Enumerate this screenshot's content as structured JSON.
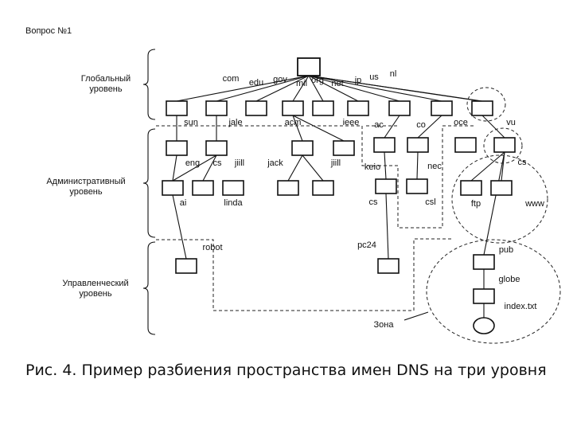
{
  "header": {
    "text": "Вопрос №1"
  },
  "levels": [
    {
      "id": "global",
      "lines": [
        "Глобальный",
        "уровень"
      ]
    },
    {
      "id": "admin",
      "lines": [
        "Административный",
        "уровень"
      ]
    },
    {
      "id": "mgmt",
      "lines": [
        "Управленческий",
        "уровень"
      ]
    }
  ],
  "nodes": [
    {
      "id": "root",
      "label": ""
    },
    {
      "id": "sun",
      "label": "sun"
    },
    {
      "id": "jale",
      "label": "jale"
    },
    {
      "id": "g3",
      "label": ""
    },
    {
      "id": "acm",
      "label": "acm"
    },
    {
      "id": "ieee",
      "label": "ieee"
    },
    {
      "id": "g6",
      "label": ""
    },
    {
      "id": "ac",
      "label": "ac"
    },
    {
      "id": "co",
      "label": "co"
    },
    {
      "id": "oce",
      "label": "oce"
    },
    {
      "id": "vu",
      "label": "vu"
    },
    {
      "id": "eng",
      "label": "eng"
    },
    {
      "id": "cs1",
      "label": "cs"
    },
    {
      "id": "jiill1",
      "label": "jiill"
    },
    {
      "id": "jack",
      "label": "jack"
    },
    {
      "id": "jiill2",
      "label": "jiill"
    },
    {
      "id": "keio",
      "label": "keio"
    },
    {
      "id": "nec",
      "label": "nec"
    },
    {
      "id": "ocebox",
      "label": ""
    },
    {
      "id": "cs2",
      "label": "cs"
    },
    {
      "id": "ai",
      "label": "ai"
    },
    {
      "id": "linda",
      "label": "linda"
    },
    {
      "id": "a3",
      "label": ""
    },
    {
      "id": "jack1",
      "label": ""
    },
    {
      "id": "jack2",
      "label": ""
    },
    {
      "id": "jiill2c",
      "label": ""
    },
    {
      "id": "cs3",
      "label": "cs"
    },
    {
      "id": "csl",
      "label": "csl"
    },
    {
      "id": "ftp",
      "label": "ftp"
    },
    {
      "id": "www",
      "label": "www"
    },
    {
      "id": "robot",
      "label": "robot"
    },
    {
      "id": "pc24",
      "label": "pc24"
    },
    {
      "id": "pub",
      "label": "pub"
    },
    {
      "id": "globe",
      "label": "globe"
    },
    {
      "id": "indextxt",
      "label": "index.txt"
    },
    {
      "id": "leaf",
      "label": ""
    }
  ],
  "tld_labels": [
    "com",
    "edu",
    "gov",
    "mil",
    "org",
    "net",
    "jp",
    "us",
    "nl"
  ],
  "zone_label": "Зона",
  "caption": "Рис. 4. Пример разбиения пространства имен DNS на три уровня"
}
